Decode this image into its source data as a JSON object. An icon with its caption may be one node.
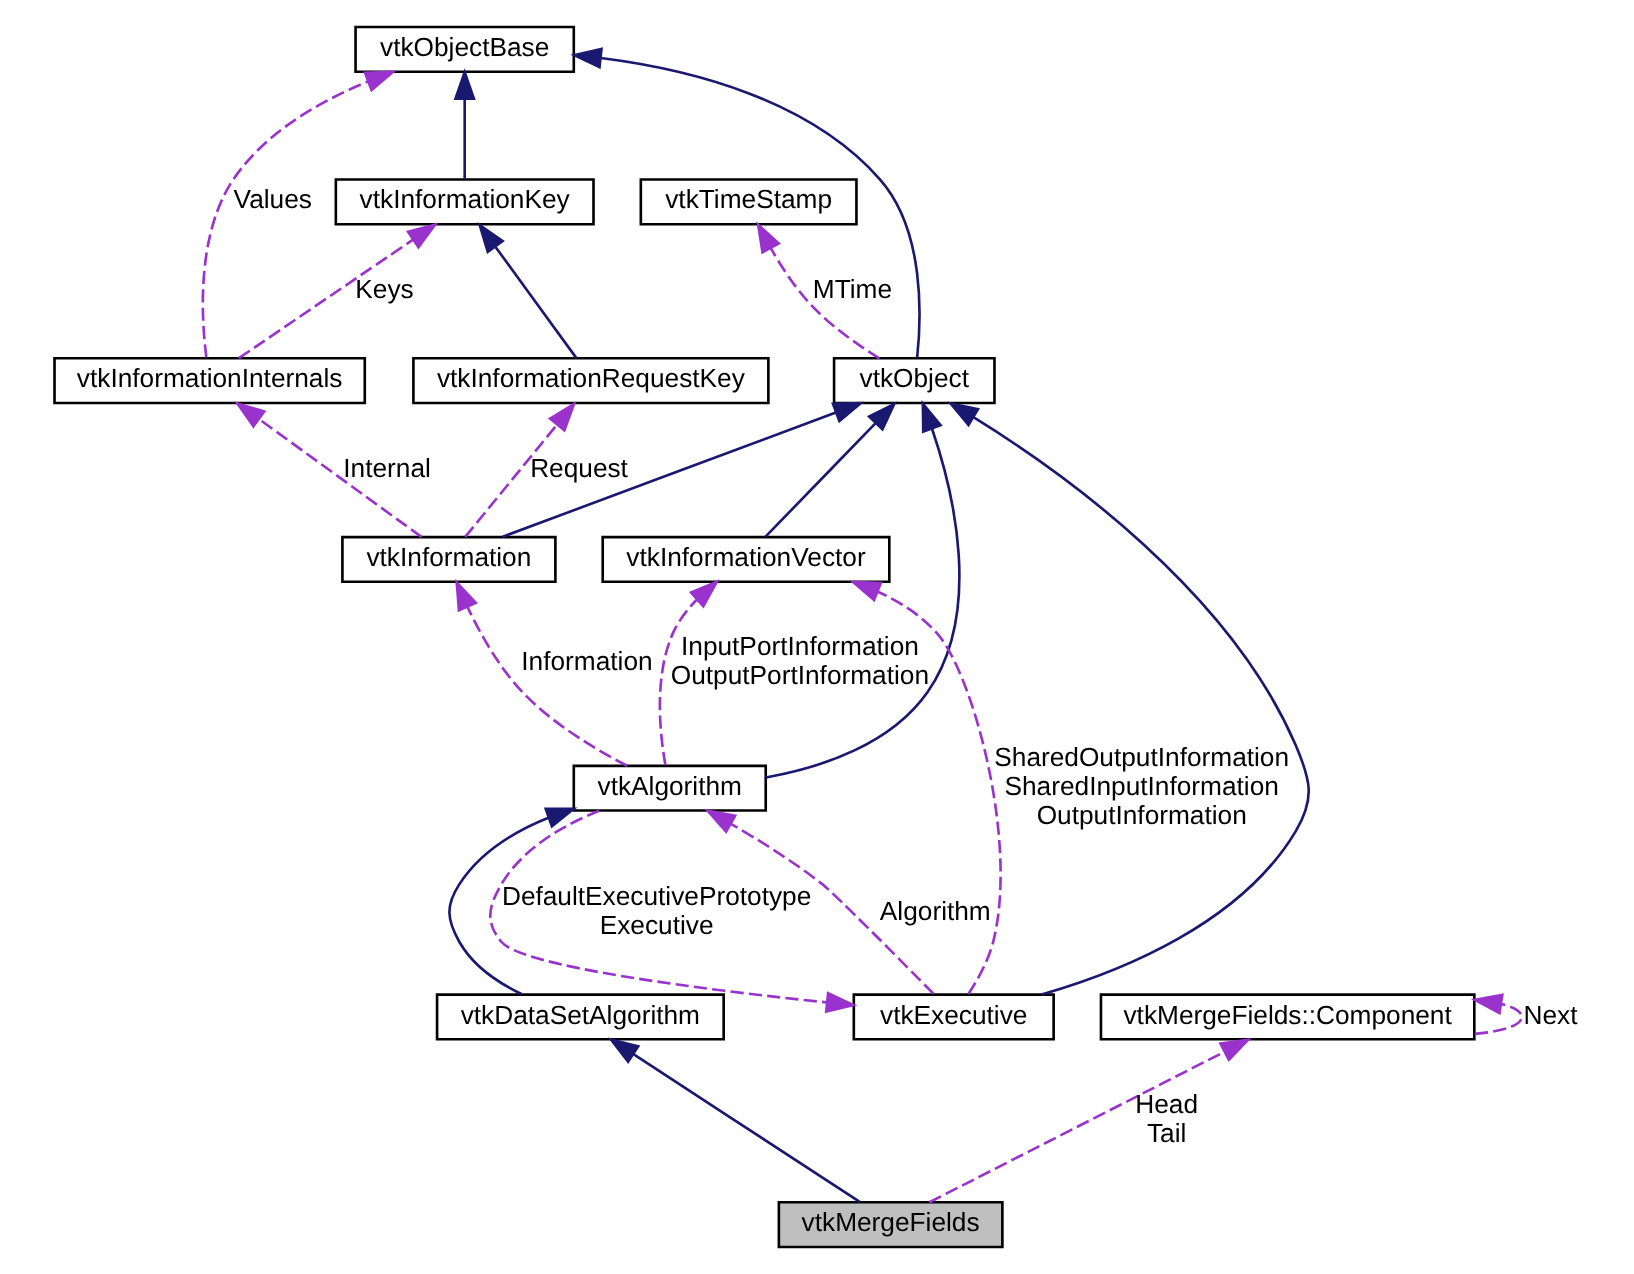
{
  "diagram": {
    "nodes": [
      {
        "text": [
          "vtkObjectBase"
        ]
      },
      {
        "text": [
          "vtkInformationKey"
        ]
      },
      {
        "text": [
          "vtkTimeStamp"
        ]
      },
      {
        "text": [
          "vtkInformationRequestKey"
        ]
      },
      {
        "text": [
          "vtkInformationInternals"
        ]
      },
      {
        "text": [
          "vtkObject"
        ]
      },
      {
        "text": [
          "vtkInformation"
        ]
      },
      {
        "text": [
          "vtkInformationVector"
        ]
      },
      {
        "text": [
          "vtkAlgorithm"
        ]
      },
      {
        "text": [
          "vtkDataSetAlgorithm"
        ]
      },
      {
        "text": [
          "vtkExecutive"
        ]
      },
      {
        "text": [
          "vtkMergeFields::Component"
        ]
      },
      {
        "text": [
          "vtkMergeFields"
        ]
      }
    ],
    "edges": [
      {
        "from": 1,
        "to": 0,
        "arrow": "to",
        "color": "#191970"
      },
      {
        "from": 4,
        "to": 0,
        "arrow": "to",
        "label": "Values",
        "style": "dashed"
      },
      {
        "from": 5,
        "to": 0,
        "arrow": "to",
        "color": "#191970"
      },
      {
        "from": 4,
        "to": 1,
        "arrow": "to",
        "label": "Keys",
        "style": "dashed"
      },
      {
        "from": 3,
        "to": 1,
        "arrow": "to",
        "color": "#191970"
      },
      {
        "from": 5,
        "to": 2,
        "arrow": "to",
        "label": "MTime",
        "style": "dashed"
      },
      {
        "from": 6,
        "to": 3,
        "arrow": "to",
        "label": "Request",
        "style": "dashed"
      },
      {
        "from": 6,
        "to": 4,
        "arrow": "to",
        "label": "Internal",
        "style": "dashed"
      },
      {
        "from": 6,
        "to": 5,
        "arrow": "to",
        "color": "#191970"
      },
      {
        "from": 8,
        "to": 5,
        "arrow": "to",
        "color": "#191970"
      },
      {
        "from": 7,
        "to": 5,
        "arrow": "to",
        "color": "#191970"
      },
      {
        "from": 10,
        "to": 5,
        "arrow": "to",
        "color": "#191970"
      },
      {
        "from": 8,
        "to": 6,
        "arrow": "to",
        "label": "Information",
        "style": "dashed"
      },
      {
        "from": 8,
        "to": 7,
        "arrow": "to",
        "label": "InputPortInformation OutputPortInformation",
        "style": "dashed"
      },
      {
        "from": 10,
        "to": 7,
        "arrow": "to",
        "label": "SharedOutputInformation SharedInputInformation OutputInformation",
        "style": "dashed"
      },
      {
        "from": 9,
        "to": 8,
        "arrow": "to",
        "color": "#191970"
      },
      {
        "from": 10,
        "to": 8,
        "arrow": "to",
        "label": "Algorithm",
        "style": "dashed"
      },
      {
        "from": 8,
        "to": 10,
        "arrow": "to",
        "label": "DefaultExecutivePrototype Executive",
        "style": "dashed"
      },
      {
        "from": 11,
        "to": 11,
        "arrow": "to",
        "label": "Next",
        "style": "dashed"
      },
      {
        "from": 12,
        "to": 9,
        "arrow": "to",
        "color": "#191970"
      },
      {
        "from": 12,
        "to": 11,
        "arrow": "to",
        "label": "Head Tail",
        "style": "dashed"
      }
    ]
  }
}
